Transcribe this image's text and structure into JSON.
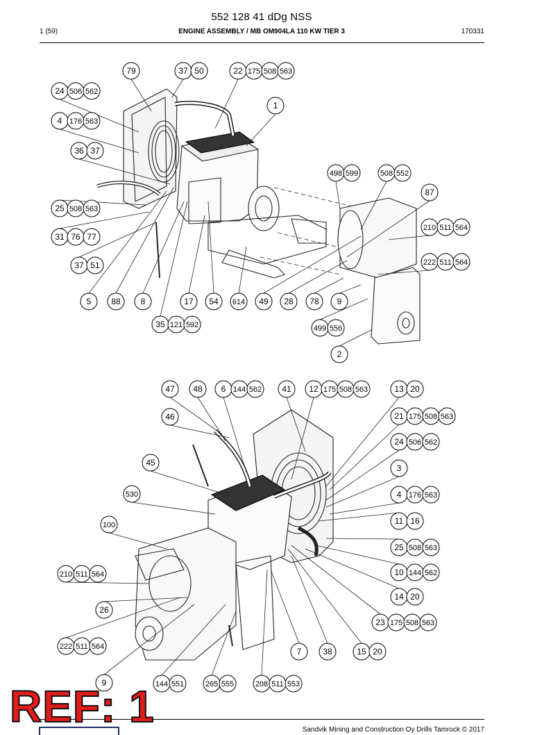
{
  "header": {
    "doc_title": "552 128 41 dDg NSS",
    "page_count": "1 (59)",
    "section_title": "ENGINE ASSEMBLY / MB OM904LA 110 KW TIER 3",
    "doc_code": "170331"
  },
  "ref_stamp": "REF: 1",
  "footer": {
    "copyright": "Sandvik Mining and Construction Oy Drills Tamrock © 2017"
  },
  "callouts_top": [
    [
      "79"
    ],
    [
      "37",
      "50"
    ],
    [
      "22",
      "175",
      "508",
      "563"
    ],
    [
      "24",
      "506",
      "562"
    ],
    [
      "1"
    ],
    [
      "4",
      "176",
      "563"
    ],
    [
      "36",
      "37"
    ],
    [
      "498",
      "599"
    ],
    [
      "508",
      "552"
    ],
    [
      "87"
    ],
    [
      "25",
      "508",
      "563"
    ],
    [
      "210",
      "511",
      "564"
    ],
    [
      "31",
      "76",
      "77"
    ],
    [
      "37",
      "51"
    ],
    [
      "222",
      "511",
      "564"
    ],
    [
      "5"
    ],
    [
      "88"
    ],
    [
      "8"
    ],
    [
      "17"
    ],
    [
      "54"
    ],
    [
      "614"
    ],
    [
      "49"
    ],
    [
      "28"
    ],
    [
      "78"
    ],
    [
      "9"
    ],
    [
      "35",
      "121",
      "592"
    ],
    [
      "499",
      "556"
    ],
    [
      "2"
    ]
  ],
  "callouts_bottom": [
    [
      "47"
    ],
    [
      "48"
    ],
    [
      "6",
      "144",
      "562"
    ],
    [
      "41"
    ],
    [
      "12",
      "175",
      "508",
      "563"
    ],
    [
      "13",
      "20"
    ],
    [
      "46"
    ],
    [
      "21",
      "175",
      "508",
      "563"
    ],
    [
      "24",
      "506",
      "562"
    ],
    [
      "3"
    ],
    [
      "45"
    ],
    [
      "4",
      "176",
      "563"
    ],
    [
      "530"
    ],
    [
      "11",
      "16"
    ],
    [
      "100"
    ],
    [
      "25",
      "508",
      "563"
    ],
    [
      "210",
      "511",
      "564"
    ],
    [
      "10",
      "144",
      "562"
    ],
    [
      "14",
      "20"
    ],
    [
      "26"
    ],
    [
      "23",
      "175",
      "508",
      "563"
    ],
    [
      "222",
      "511",
      "564"
    ],
    [
      "7"
    ],
    [
      "38"
    ],
    [
      "15",
      "20"
    ],
    [
      "9"
    ],
    [
      "144",
      "551"
    ],
    [
      "265",
      "555"
    ],
    [
      "208",
      "511",
      "553"
    ]
  ]
}
